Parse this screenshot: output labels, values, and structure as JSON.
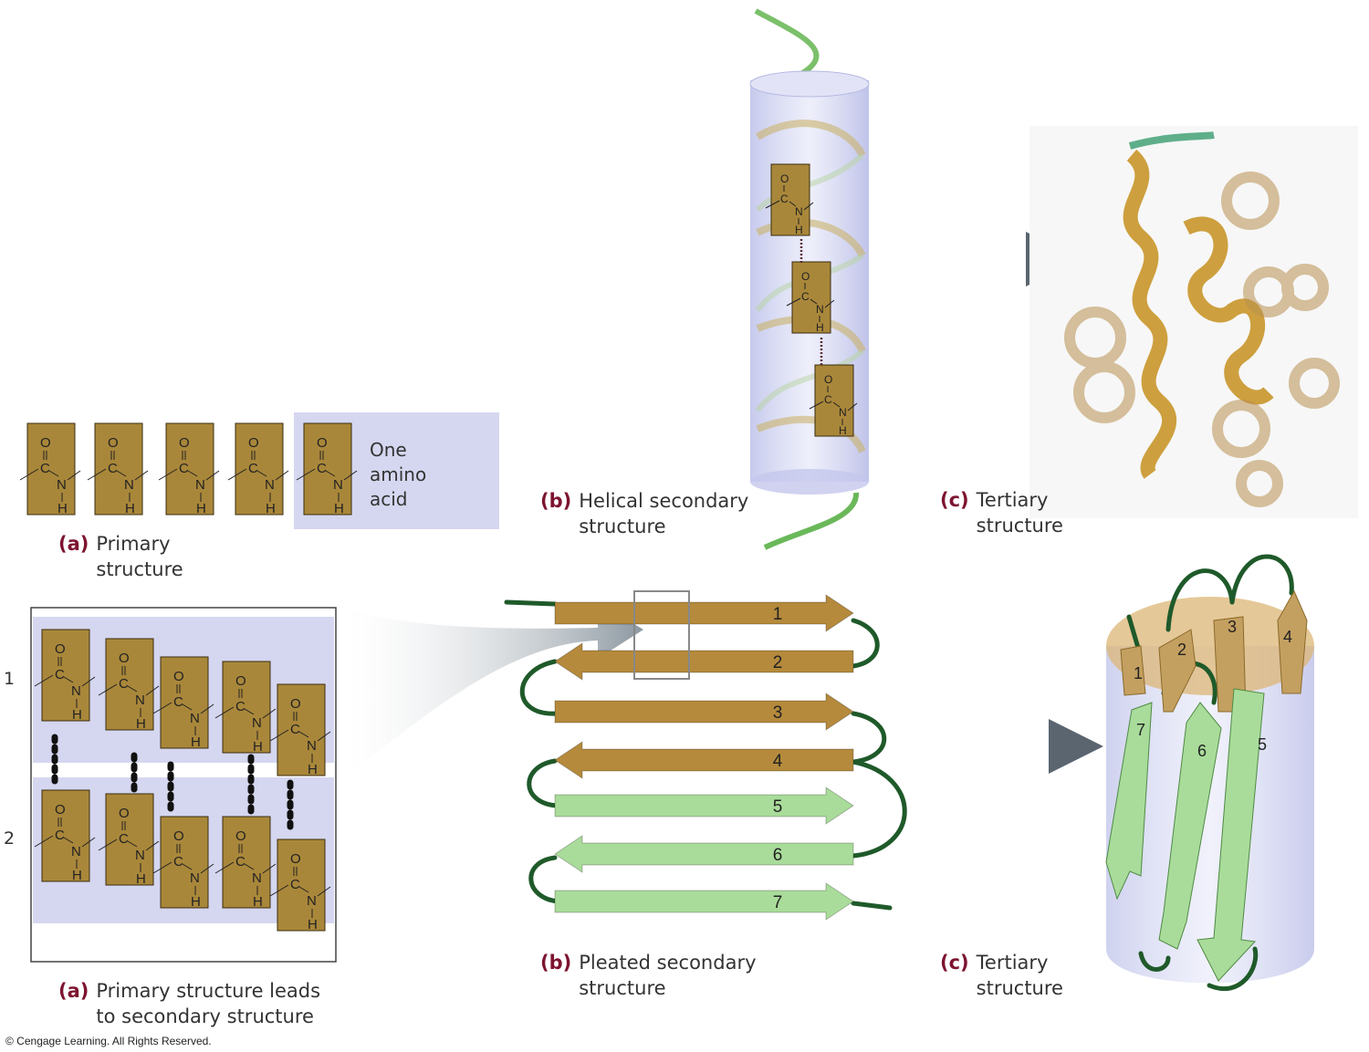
{
  "primary": {
    "residue_atoms": {
      "o": "O",
      "c": "C",
      "n": "N",
      "h": "H"
    },
    "callout": [
      "One",
      "amino",
      "acid"
    ],
    "caption": {
      "tag": "(a)",
      "line1": "Primary",
      "line2": "structure"
    }
  },
  "helix": {
    "caption": {
      "tag": "(b)",
      "line1": "Helical secondary",
      "line2": "structure"
    }
  },
  "tertiary_helix": {
    "caption": {
      "tag": "(c)",
      "line1": "Tertiary",
      "line2": "structure"
    }
  },
  "detail": {
    "strand_labels": [
      "1",
      "2"
    ],
    "caption": {
      "tag": "(a)",
      "line1": "Primary structure leads",
      "line2": "to secondary structure"
    }
  },
  "sheet": {
    "strands": [
      {
        "label": "1",
        "color": "#b58a3c"
      },
      {
        "label": "2",
        "color": "#b58a3c"
      },
      {
        "label": "3",
        "color": "#b58a3c"
      },
      {
        "label": "4",
        "color": "#b58a3c"
      },
      {
        "label": "5",
        "color": "#a9dc9a"
      },
      {
        "label": "6",
        "color": "#a9dc9a"
      },
      {
        "label": "7",
        "color": "#a9dc9a"
      }
    ],
    "caption": {
      "tag": "(b)",
      "line1": "Pleated secondary",
      "line2": "structure"
    }
  },
  "barrel": {
    "labels": [
      "1",
      "2",
      "3",
      "4",
      "5",
      "6",
      "7"
    ],
    "caption": {
      "tag": "(c)",
      "line1": "Tertiary",
      "line2": "structure"
    }
  },
  "colors": {
    "residue_fill": "#a9873a",
    "tan_strand": "#b58a3c",
    "green_strand": "#a9dc9a",
    "caption_tag": "#7d1430",
    "cylinder": "#c9cbee",
    "loop": "#1f5a2a"
  },
  "copyright": "© Cengage Learning. All Rights Reserved."
}
